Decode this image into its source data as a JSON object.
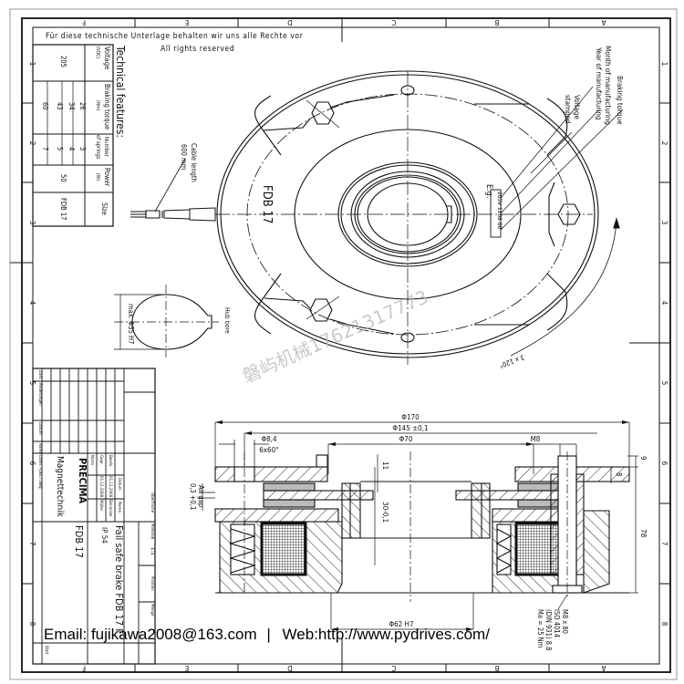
{
  "drawing": {
    "copyright_de": "Für diese technische Unterlage behalten wir uns alle Rechte vor",
    "copyright_en": "All rights reserved",
    "column_labels": [
      "F",
      "E",
      "D",
      "C",
      "B",
      "A"
    ],
    "row_labels": [
      "1",
      "2",
      "3",
      "4",
      "5",
      "6",
      "7",
      "8"
    ]
  },
  "tech_features": {
    "title": "Technical features:",
    "headers": {
      "voltage": "Voltage",
      "voltage_unit": "(VDC)",
      "torque": "Braking torque",
      "torque_unit": "(Nm)",
      "springs": "Number",
      "springs2": "of springs",
      "power": "Power",
      "power_unit": "(W)",
      "size": "Size"
    },
    "voltage": "205",
    "torques": [
      "26",
      "34",
      "43",
      "60"
    ],
    "springs": [
      "3",
      "4",
      "5",
      "7"
    ],
    "power": "50",
    "size": "FDB 17"
  },
  "top_view": {
    "cable_label": "Cable length",
    "cable_value": "600 mm",
    "model_label": "FDB 17",
    "stamp_prefix": "E.g.",
    "stamp_value": "205V 1108 60",
    "label_braking_torque": "Braking torque",
    "label_month": "Month of manufacturing",
    "label_year": "Year of manufacturing",
    "label_voltage": "Voltage",
    "label_stamped": "stamped",
    "angle_label": "3 x 120°",
    "hub_bore_label": "Hub bore",
    "hub_bore_dim": "max. Φ35 H7"
  },
  "section_view": {
    "dim_170": "Φ170",
    "dim_145": "Φ145 ±0,1",
    "dim_84": "Φ8,4",
    "dim_6x60": "6x60°",
    "dim_70": "Φ70",
    "dim_m8": "M8",
    "dim_11": "11",
    "dim_30": "30-0,1",
    "dim_9": "9",
    "dim_8": "8",
    "dim_78": "78",
    "dim_62": "Φ62 H7",
    "air_gap_label": "Air gap",
    "air_gap_value": "0,3 +0,1",
    "bolt_line1": "M8 x 80",
    "bolt_line2": "ISO 4014",
    "bolt_line3": "(DIN 931) 8.8",
    "bolt_line4": "Ma = 25 Nm"
  },
  "title_block": {
    "zust": "Zust.",
    "aenderungen": "Änderungen",
    "datum_col": "Datum",
    "name_col": "Name",
    "datei": "Datei: FDB17.dwg",
    "datum_hdr": "Datum",
    "name_hdr": "Name",
    "bearb": "Bearb.",
    "bearb_date": "01.12.2008",
    "bearb_name": "Bonacker",
    "gepr": "Gepr.",
    "gepr_date": "01.12.2008",
    "gepr_name": "Müller",
    "norm": "Norm",
    "oberflaeche": "Oberfläche",
    "massstab": "Maßstab",
    "massstab_value": "1:1",
    "position": "Position",
    "menge": "Menge",
    "company_logo": "PRECIMA",
    "company_sub": "Magnettechnik",
    "title": "Fail safe brake FDB 17 F",
    "protection": "IP 54",
    "drawing_no": "FDB 17",
    "blatt": "Blatt",
    "dash": "-"
  },
  "watermark": "磐屿机械17621317773",
  "footer": {
    "email": "Email: fujikawa2008@163.com",
    "separator": "|",
    "web": "Web:http://www.pydrives.com/"
  }
}
